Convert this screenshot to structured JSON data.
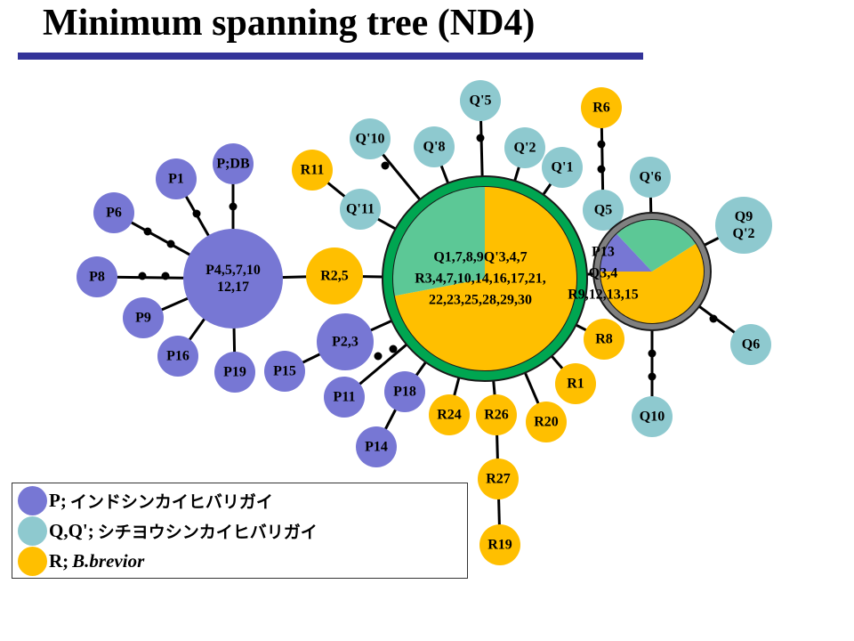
{
  "title": "Minimum spanning tree (ND4)",
  "colors": {
    "P": "#7777d4",
    "Q": "#8ec9cf",
    "R": "#ffbf00",
    "green": "#5cc896",
    "ring_green": "#00a651",
    "ring_gray": "#808080",
    "edge": "#000000",
    "title_rule": "#333399"
  },
  "legend": [
    {
      "key": "P",
      "sep": ";",
      "desc": "インドシンカイヒバリガイ",
      "italic": false,
      "color_key": "P"
    },
    {
      "key": "Q,Q'",
      "sep": ";",
      "desc": "シチヨウシンカイヒバリガイ",
      "italic": false,
      "color_key": "Q"
    },
    {
      "key": "R",
      "sep": ";",
      "desc": "B.brevior",
      "italic": true,
      "color_key": "R"
    }
  ],
  "nodes": {
    "P4": {
      "lines": [
        "P4,5,7,10",
        "12,17"
      ],
      "type": "P"
    },
    "PDB": {
      "lines": [
        "P;DB"
      ],
      "type": "P"
    },
    "P1": {
      "lines": [
        "P1"
      ],
      "type": "P"
    },
    "P6": {
      "lines": [
        "P6"
      ],
      "type": "P"
    },
    "P8": {
      "lines": [
        "P8"
      ],
      "type": "P"
    },
    "P9": {
      "lines": [
        "P9"
      ],
      "type": "P"
    },
    "P16": {
      "lines": [
        "P16"
      ],
      "type": "P"
    },
    "P19": {
      "lines": [
        "P19"
      ],
      "type": "P"
    },
    "P15": {
      "lines": [
        "P15"
      ],
      "type": "P"
    },
    "P23": {
      "lines": [
        "P2,3"
      ],
      "type": "P"
    },
    "P11": {
      "lines": [
        "P11"
      ],
      "type": "P"
    },
    "P18": {
      "lines": [
        "P18"
      ],
      "type": "P"
    },
    "P14": {
      "lines": [
        "P14"
      ],
      "type": "P"
    },
    "R25": {
      "lines": [
        "R2,5"
      ],
      "type": "R"
    },
    "R11": {
      "lines": [
        "R11"
      ],
      "type": "R"
    },
    "R6": {
      "lines": [
        "R6"
      ],
      "type": "R"
    },
    "R8": {
      "lines": [
        "R8"
      ],
      "type": "R"
    },
    "R1": {
      "lines": [
        "R1"
      ],
      "type": "R"
    },
    "R24": {
      "lines": [
        "R24"
      ],
      "type": "R"
    },
    "R26": {
      "lines": [
        "R26"
      ],
      "type": "R"
    },
    "R20": {
      "lines": [
        "R20"
      ],
      "type": "R"
    },
    "R27": {
      "lines": [
        "R27"
      ],
      "type": "R"
    },
    "R19": {
      "lines": [
        "R19"
      ],
      "type": "R"
    },
    "Q10p": {
      "lines": [
        "Q'10"
      ],
      "type": "Q"
    },
    "Q11p": {
      "lines": [
        "Q'11"
      ],
      "type": "Q"
    },
    "Q8p": {
      "lines": [
        "Q'8"
      ],
      "type": "Q"
    },
    "Q5p": {
      "lines": [
        "Q'5"
      ],
      "type": "Q"
    },
    "Q2p": {
      "lines": [
        "Q'2"
      ],
      "type": "Q"
    },
    "Q1p": {
      "lines": [
        "Q'1"
      ],
      "type": "Q"
    },
    "Q5": {
      "lines": [
        "Q5"
      ],
      "type": "Q"
    },
    "Q6p": {
      "lines": [
        "Q'6"
      ],
      "type": "Q"
    },
    "Q9": {
      "lines": [
        "Q9",
        "Q'2"
      ],
      "type": "Q"
    },
    "Q6": {
      "lines": [
        "Q6"
      ],
      "type": "Q"
    },
    "Q10": {
      "lines": [
        "Q10"
      ],
      "type": "Q"
    }
  },
  "big_hub": {
    "lines": [
      "Q1,7,8,9Q'3,4,7",
      "R3,4,7,10,14,16,17,21,",
      "22,23,25,28,29,30"
    ],
    "slices": [
      {
        "type": "R",
        "value": 72
      },
      {
        "type": "Q",
        "value": 28
      }
    ]
  },
  "small_hub": {
    "lines": [
      "P13",
      "Q3,4",
      "R9,12,13,15"
    ],
    "slices": [
      {
        "type": "P",
        "value": 13
      },
      {
        "type": "Q",
        "value": 28
      },
      {
        "type": "R",
        "value": 59
      }
    ]
  }
}
